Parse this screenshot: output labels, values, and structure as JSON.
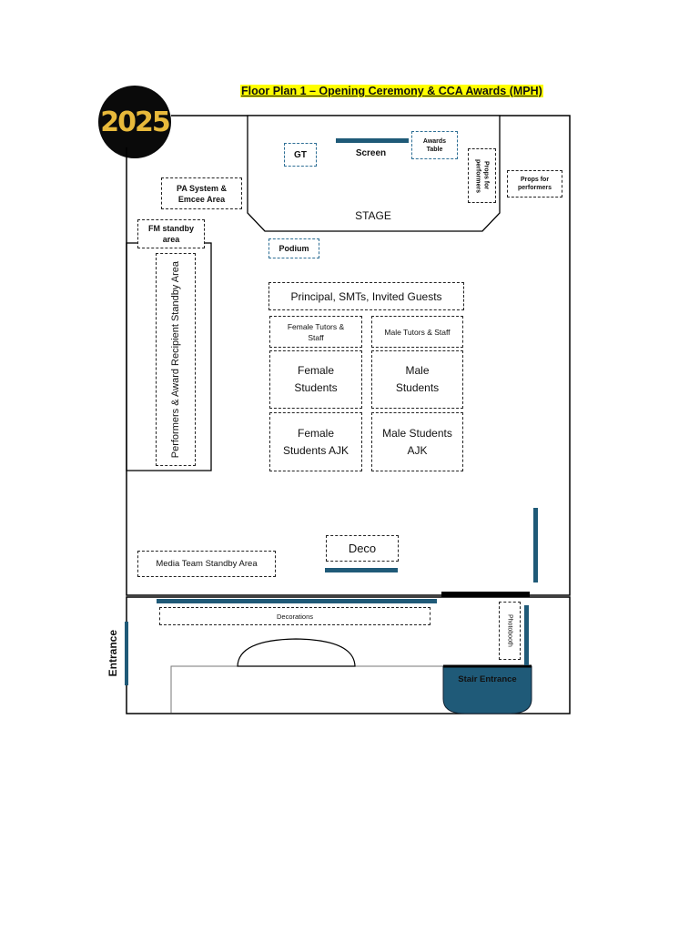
{
  "title": "Floor Plan 1 – Opening Ceremony & CCA Awards (MPH)",
  "logo": {
    "year": "2025"
  },
  "areas": {
    "gt": "GT",
    "screen": "Screen",
    "awards_table": "Awards Table",
    "props_stage": "Props for performers",
    "props_right": "Props for performers",
    "stage": "STAGE",
    "pa_system": "PA System & Emcee Area",
    "fm_standby": "FM standby area",
    "podium": "Podium",
    "performers_standby": "Performers & Award Recipient Standby Area",
    "principal": "Principal, SMTs, Invited Guests",
    "female_tutors": "Female Tutors & Staff",
    "male_tutors": "Male Tutors & Staff",
    "female_students": "Female Students",
    "male_students": "Male Students",
    "female_students_ajk": "Female Students AJK",
    "male_students_ajk": "Male Students AJK",
    "deco": "Deco",
    "media_team": "Media Team Standby Area",
    "decorations": "Decorations",
    "photobooth": "Photobooth",
    "stair_entrance": "Stair Entrance",
    "entrance": "Entrance"
  },
  "colors": {
    "highlight": "#ffff00",
    "fixture": "#1f5a78",
    "stair": "#1f5a78"
  }
}
